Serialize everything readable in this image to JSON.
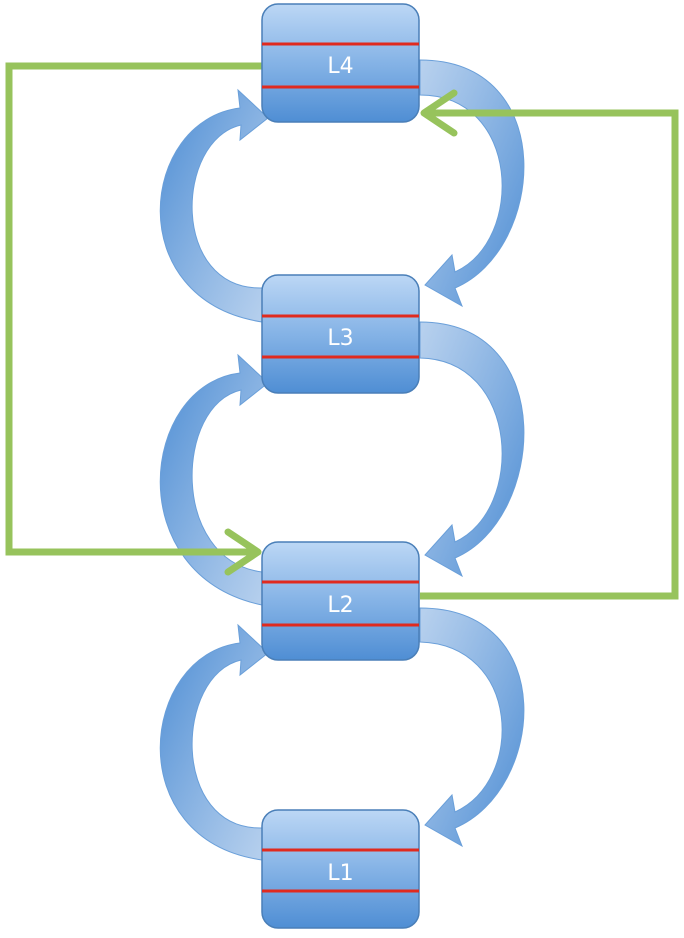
{
  "diagram": {
    "nodes": [
      {
        "id": "L4",
        "label": "L4"
      },
      {
        "id": "L3",
        "label": "L3"
      },
      {
        "id": "L2",
        "label": "L2"
      },
      {
        "id": "L1",
        "label": "L1"
      }
    ],
    "edges": [
      {
        "from": "L4",
        "to": "L3",
        "style": "blue-curved-arrow"
      },
      {
        "from": "L3",
        "to": "L4",
        "style": "blue-curved-arrow"
      },
      {
        "from": "L3",
        "to": "L2",
        "style": "blue-curved-arrow"
      },
      {
        "from": "L2",
        "to": "L3",
        "style": "blue-curved-arrow"
      },
      {
        "from": "L2",
        "to": "L1",
        "style": "blue-curved-arrow"
      },
      {
        "from": "L1",
        "to": "L2",
        "style": "blue-curved-arrow"
      },
      {
        "from": "L4",
        "to": "L2",
        "style": "green-elbow-arrow"
      },
      {
        "from": "L2",
        "to": "L4",
        "style": "green-elbow-arrow"
      }
    ],
    "colors": {
      "node_fill_top": "#b6d4f4",
      "node_fill_bottom": "#5b98d6",
      "node_stroke": "#4a7fb8",
      "node_stripe": "#e02a1f",
      "blue_arrow": "#4d8fd6",
      "green_arrow": "#97c35c"
    }
  }
}
